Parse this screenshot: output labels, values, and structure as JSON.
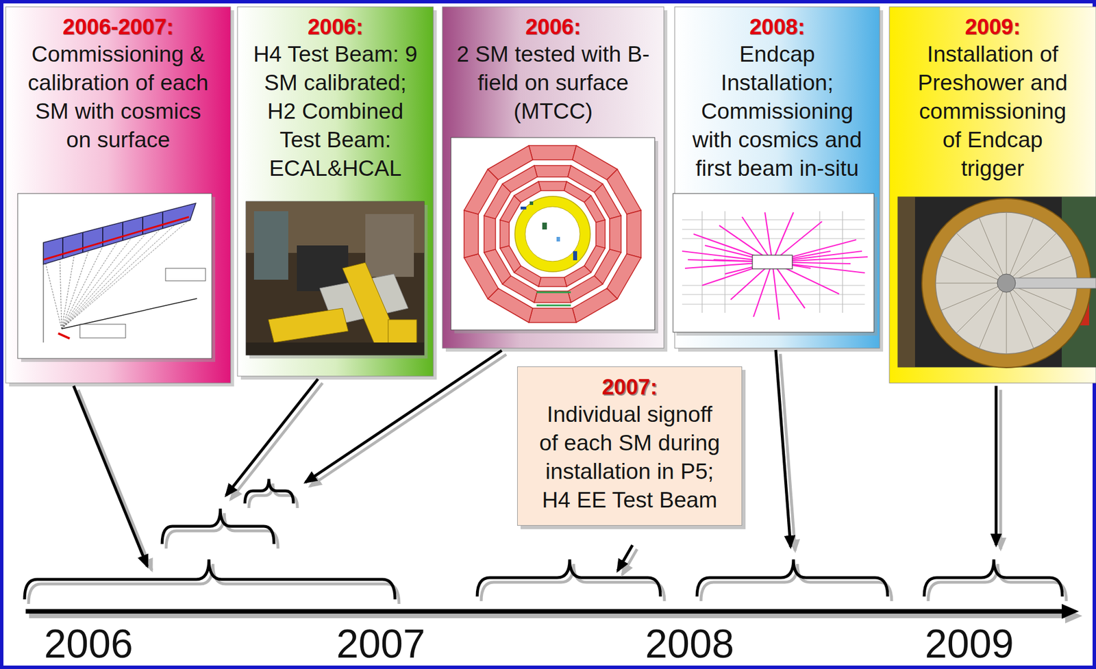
{
  "diagram": {
    "nodes": [
      {
        "text": [
          "2006-2007:",
          "Commissioning & calibration of each SM with cosmics on surface"
        ]
      },
      {
        "text": [
          "2006:",
          "H4 Test Beam: 9 SM calibrated; H2 Combined Test Beam: ECAL&HCAL"
        ]
      },
      {
        "text": [
          "2006:",
          "2 SM tested with B-field on surface (MTCC)"
        ]
      },
      {
        "text": [
          "2008:",
          "Endcap Installation; Commissioning with cosmics and first beam in-situ"
        ]
      },
      {
        "text": [
          "2009:",
          "Installation of Preshower and commissioning of Endcap trigger"
        ]
      },
      {
        "text": [
          "2007:",
          "Individual signoff of each SM during installation in P5; H4 EE Test Beam"
        ]
      }
    ],
    "labels": [
      "2006",
      "2007",
      "2008",
      "2009"
    ]
  }
}
